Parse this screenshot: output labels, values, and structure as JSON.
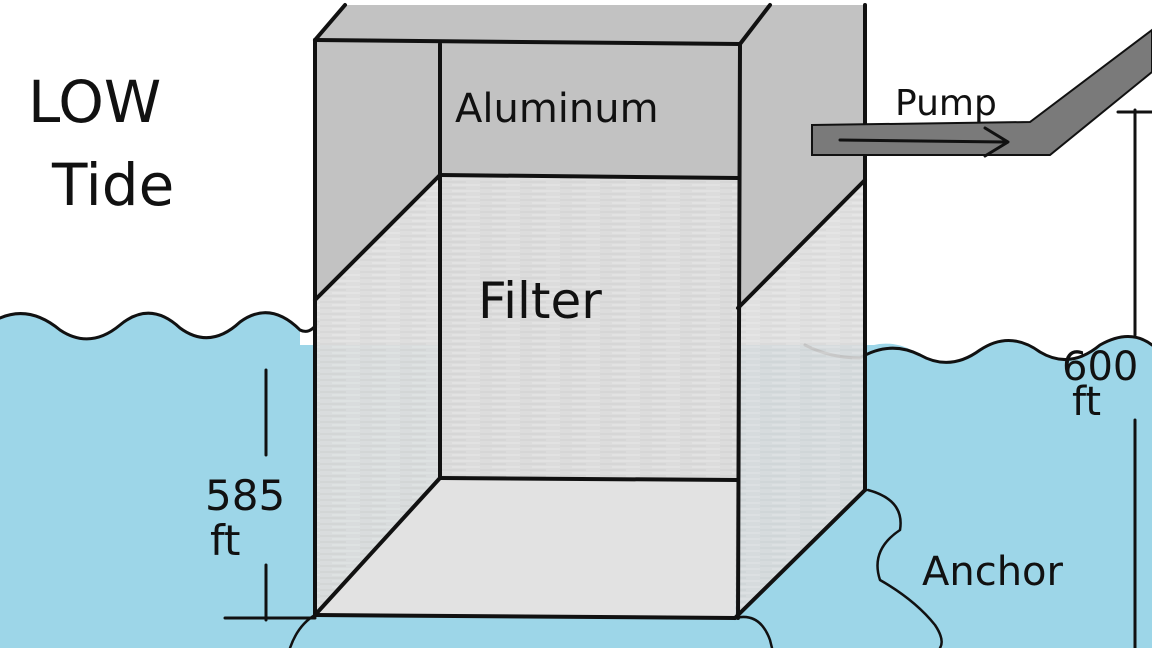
{
  "title_lines": [
    "LOW",
    "Tide"
  ],
  "labels": {
    "aluminum": "Aluminum",
    "filter": "Filter",
    "pump": "Pump",
    "anchor": "Anchor"
  },
  "measurements": {
    "left": {
      "value": "585",
      "unit": "ft"
    },
    "right": {
      "value": "600",
      "unit": "ft"
    }
  },
  "colors": {
    "water": "#9dd6e8",
    "aluminum": "#c2c2c2",
    "filter": "#dddddd",
    "pipe": "#7a7a7a",
    "ink": "#111111",
    "sky": "#ffffff"
  }
}
